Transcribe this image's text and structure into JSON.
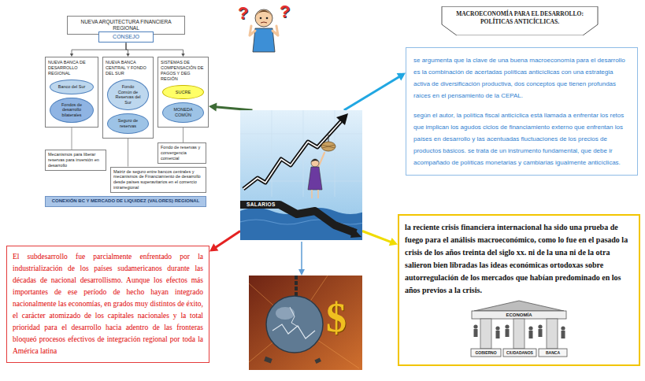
{
  "diagram": {
    "nodes": [
      {
        "text": [
          "NUEVA ARQUITECTURA FINANCIERA REGIONAL"
        ]
      },
      {
        "text": [
          "CONSEJO"
        ]
      },
      {
        "text": [
          "NUEVA BANCA DE DESARROLLO REGIONAL"
        ]
      },
      {
        "text": [
          "Banco del Sur"
        ],
        "in": 2
      },
      {
        "text": [
          "Fondos de desarrollo bilaterales"
        ],
        "in": 2
      },
      {
        "text": [
          "NUEVA BANCA CENTRAL Y FONDO DEL SUR"
        ]
      },
      {
        "text": [
          "Fondo Común de Reservas del Sur"
        ],
        "in": 5
      },
      {
        "text": [
          "Seguro de reservas"
        ],
        "in": 5
      },
      {
        "text": [
          "SISTEMAS DE COMPENSACIÓN DE PAGOS Y DEG REGIÓN"
        ]
      },
      {
        "text": [
          "SUCRE"
        ],
        "in": 8
      },
      {
        "text": [
          "MONEDA COMÚN"
        ],
        "in": 8
      },
      {
        "text": [
          "Fondo de reservas y convergencia comercial"
        ]
      },
      {
        "text": [
          "Matriz de seguro entre bancos centrales y mecanismos de Financiamiento de desarrollo desde países superavitarios en el comercio intrarregional"
        ]
      },
      {
        "text": [
          "Mecanismos para liberar reservas para inversión en desarrollo"
        ]
      },
      {
        "text": [
          "CONEXIÓN BC Y MERCADO DE LIQUIDEZ (VALORES) REGIONAL"
        ]
      },
      {
        "text": [
          "SALARIOS"
        ]
      },
      {
        "text": [
          "MACROECONOMÍA PARA EL DESARROLLO: POLÍTICAS ANTICÍCLICAS."
        ]
      },
      {
        "text": [
          "se argumenta que la clave de una buena macroeconomía para el desarrollo es la combinación de acertadas políticas anticíclicas con una estrategia activa de diversificación productiva, dos conceptos que tienen profundas raíces en el pensamiento de la CEPAL.",
          "según el autor, la política fiscal anticíclica está llamada a enfrentar los retos que implican los agudos ciclos de financiamiento externo que enfrentan los países en desarrollo y las acentuadas fluctuaciones de los precios de productos básicos. se trata de un instrumento fundamental, que debe ir acompañado de políticas monetarias y cambiarias igualmente anticíclicas."
        ]
      },
      {
        "text": [
          "El subdesarrollo fue parcialmente enfrentado por la industrialización de los países sudamericanos durante las décadas de nacional desarrollismo. Aunque los efectos más importantes de ese período de hecho hayan integrado nacionalmente las economías, en grados muy distintos de éxito, el carácter atomizado de los capitales nacionales y la total prioridad para el desarrollo hacia adentro de las fronteras bloqueó procesos efectivos de integración regional por toda la América latina"
        ]
      },
      {
        "text": [
          "la reciente crisis financiera internacional ha sido una prueba de fuego para el análisis macroeconómico, como lo fue en el pasado la crisis de los años treinta del siglo xx. ni de la una ni de la otra salieron bien libradas las ideas económicas ortodoxas sobre autorregulación de los mercados que habían predominado en los años previos a la crisis."
        ]
      }
    ],
    "edges": [
      {
        "from": 0,
        "to": 1,
        "arrow": "to"
      },
      {
        "from": 1,
        "to": 2,
        "arrow": "to"
      },
      {
        "from": 1,
        "to": 5,
        "arrow": "to"
      },
      {
        "from": 1,
        "to": 8,
        "arrow": "to"
      },
      {
        "from": 2,
        "to": 13,
        "arrow": "none"
      },
      {
        "from": 5,
        "to": 12,
        "arrow": "none"
      },
      {
        "from": 8,
        "to": 11,
        "arrow": "none"
      },
      {
        "from": 15,
        "to": 8,
        "arrow": "to"
      },
      {
        "from": 15,
        "to": 17,
        "arrow": "to"
      },
      {
        "from": 15,
        "to": 18,
        "arrow": "to"
      },
      {
        "from": 15,
        "to": 19,
        "arrow": "to"
      }
    ],
    "labels": [
      "?",
      "?",
      "$",
      "ECONOMÍA",
      "GOBIERNO",
      "CIUDADANOS",
      "BANCA"
    ]
  }
}
